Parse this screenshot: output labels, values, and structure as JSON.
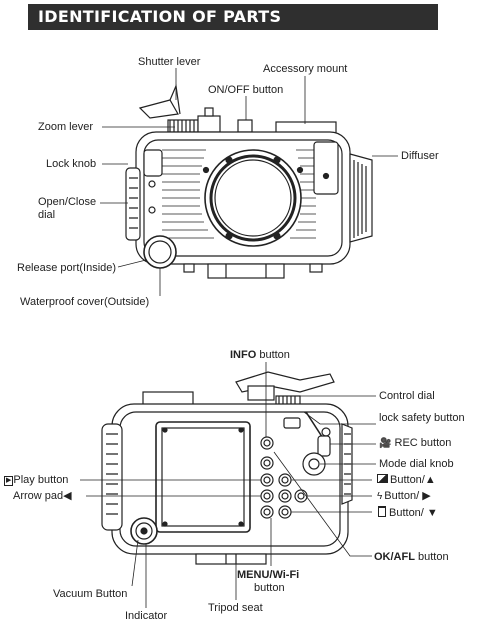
{
  "header": {
    "title": "IDENTIFICATION OF PARTS"
  },
  "top_labels": {
    "shutter_lever": "Shutter lever",
    "accessory_mount": "Accessory mount",
    "on_off_button": "ON/OFF button",
    "zoom_lever": "Zoom lever",
    "diffuser": "Diffuser",
    "lock_knob": "Lock knob",
    "open_close_line1": "Open/Close",
    "open_close_line2": "dial",
    "release_port": "Release port(Inside)",
    "waterproof_cover": "Waterproof cover(Outside)"
  },
  "back_labels": {
    "info_bold": "INFO",
    "info_rest": " button",
    "control_dial": "Control dial",
    "lock_safety": "lock safety button",
    "rec_button": "REC button",
    "rec_icon": "🎥",
    "mode_dial": "Mode dial knob",
    "play_icon": "▶",
    "play_button": "Play button",
    "arrow_pad": "Arrow pad◀",
    "exposure_button": "Button/▲",
    "flash_button": "Button/ ▶",
    "trash_button": "Button/ ▼",
    "ok_afl_bold": "OK/AFL",
    "ok_afl_rest": " button",
    "menu_wifi_bold": "MENU/Wi-Fi",
    "menu_wifi_line2": "button",
    "vacuum_button": "Vacuum Button",
    "indicator": "Indicator",
    "tripod_seat": "Tripod seat"
  }
}
